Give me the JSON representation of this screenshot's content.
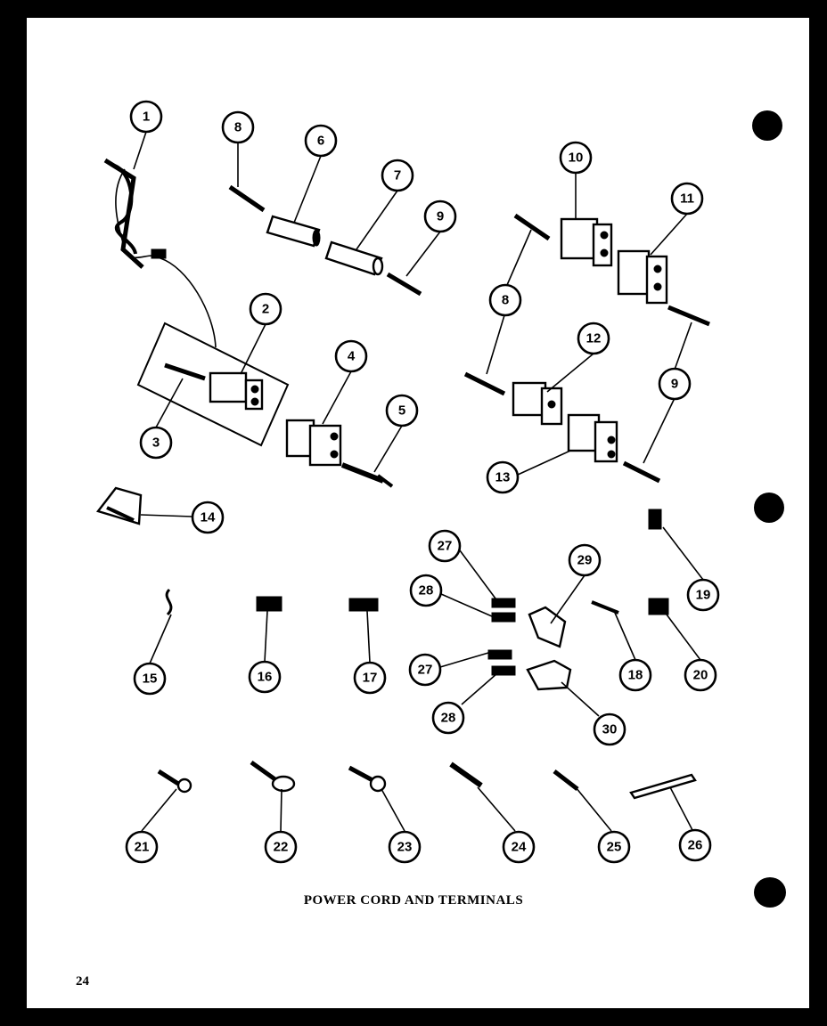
{
  "caption": "POWER CORD AND TERMINALS",
  "page_number": "24",
  "callouts": [
    "1",
    "2",
    "3",
    "4",
    "5",
    "6",
    "7",
    "8",
    "9",
    "10",
    "11",
    "12",
    "13",
    "14",
    "15",
    "16",
    "17",
    "18",
    "19",
    "20",
    "21",
    "22",
    "23",
    "24",
    "25",
    "26",
    "27",
    "28",
    "29",
    "30"
  ],
  "repeat_callouts": [
    "8",
    "9",
    "27",
    "28"
  ],
  "colors": {
    "background": "#ffffff",
    "ink": "#000000",
    "border": "#000000"
  }
}
